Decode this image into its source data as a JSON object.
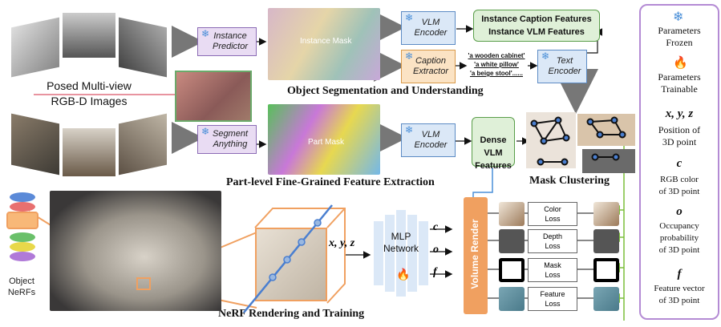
{
  "posed_multiview": "Posed Multi-view\nRGB-D Images",
  "instance_predictor": "Instance\nPredictor",
  "segment_anything": "Segment\nAnything",
  "instance_mask": "Instance Mask",
  "part_mask": "Part Mask",
  "vlm_encoder": "VLM\nEncoder",
  "caption_extractor": "Caption\nExtractor",
  "captions": [
    "'a wooden cabinet'",
    "'a white pillow'",
    "'a beige stool'......"
  ],
  "text_encoder": "Text\nEncoder",
  "instance_features_1": "Instance Caption Features",
  "instance_features_2": "Instance VLM Features",
  "dense_features": "Dense\nVLM\nFeatures",
  "mask_clustering": "Mask Clustering",
  "object_seg_title": "Object Segmentation and Understanding",
  "part_level_title": "Part-level Fine-Grained Feature Extraction",
  "nerf_title": "NeRF Rendering and Training",
  "object_nerfs": "Object\nNeRFs",
  "xyz": "x, y, z",
  "mlp_network": "MLP\nNetwork",
  "mlp_outputs": [
    "c",
    "o",
    "f"
  ],
  "volume_render": "Volume Render",
  "losses": [
    "Color\nLoss",
    "Depth\nLoss",
    "Mask\nLoss",
    "Feature\nLoss"
  ],
  "legend": {
    "frozen": "Parameters\nFrozen",
    "trainable": "Parameters\nTrainable",
    "xyz_sym": "x, y, z",
    "xyz_desc": "Position of\n3D point",
    "c_sym": "c",
    "c_desc": "RGB color\nof 3D point",
    "o_sym": "o",
    "o_desc": "Occupancy\nprobability\nof 3D point",
    "f_sym": "f",
    "f_desc": "Feature vector\nof 3D point"
  },
  "colors": {
    "purple_box": "#e9dcf3",
    "blue_box": "#dbe8f7",
    "orange_box": "#fbe3c4",
    "green_box": "#dff0d8",
    "legend_border": "#b48bd4",
    "volume_render": "#f0a060"
  }
}
